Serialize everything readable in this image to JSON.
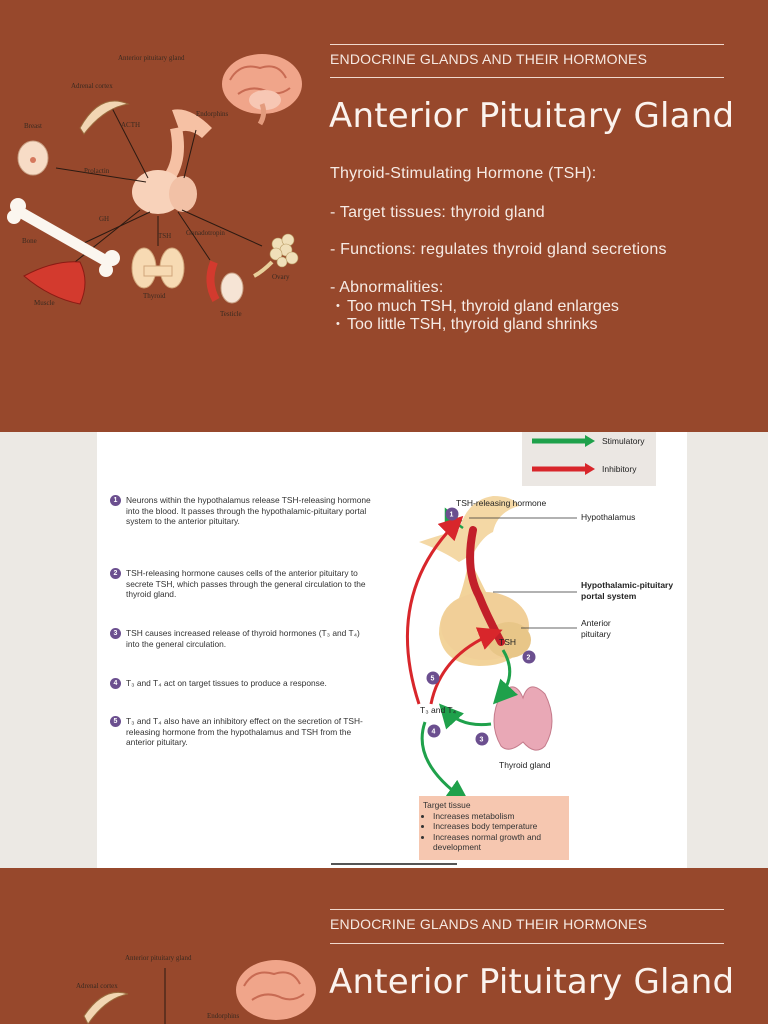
{
  "slide1": {
    "kicker": "ENDOCRINE GLANDS AND THEIR HORMONES",
    "title": "Anterior Pituitary Gland",
    "heading": "Thyroid-Stimulating Hormone (TSH):",
    "targets": "- Target tissues: thyroid gland",
    "functions": "- Functions: regulates thyroid gland secretions",
    "abnormalities": "- Abnormalities:",
    "bullets": [
      "Too much TSH, thyroid gland enlarges",
      "Too little TSH, thyroid gland shrinks"
    ],
    "diagram_labels": {
      "anterior_pituitary": "Anterior pituitary gland",
      "adrenal_cortex": "Adrenal cortex",
      "acth": "ACTH",
      "endorphins": "Endorphins",
      "breast": "Breast",
      "prolactin": "Prolactin",
      "gh": "GH",
      "bone": "Bone",
      "tsh": "TSH",
      "gonadotropin": "Gonadotropin",
      "ovary": "Ovary",
      "thyroid": "Thyroid",
      "testicle": "Testicle",
      "muscle": "Muscle"
    }
  },
  "panel": {
    "legend": {
      "stimulatory": "Stimulatory",
      "inhibitory": "Inhibitory"
    },
    "steps": [
      {
        "num": "1",
        "text": "Neurons within the hypothalamus release TSH-releasing hormone into the blood. It passes through the hypothalamic-pituitary portal system to the anterior pituitary."
      },
      {
        "num": "2",
        "text": "TSH-releasing hormone causes cells of the anterior pituitary to secrete TSH, which passes through the general circulation to the thyroid gland."
      },
      {
        "num": "3",
        "text": "TSH causes increased release of thyroid hormones (T₃ and T₄) into the general circulation."
      },
      {
        "num": "4",
        "text": "T₃ and T₄ act on target tissues to produce a response."
      },
      {
        "num": "5",
        "text": "T₃ and T₄ also have an inhibitory effect on the secretion of TSH-releasing hormone from the hypothalamus and TSH from the anterior pituitary."
      }
    ],
    "labels": {
      "trh": "TSH-releasing hormone",
      "hypothalamus": "Hypothalamus",
      "portal_1": "Hypothalamic-pituitary",
      "portal_2": "portal system",
      "ant_pit_1": "Anterior",
      "ant_pit_2": "pituitary",
      "tsh": "TSH",
      "t3t4": "T₃ and T₄",
      "thyroid_gland": "Thyroid gland"
    },
    "target_box": {
      "title": "Target tissue",
      "items": [
        "Increases metabolism",
        "Increases body temperature",
        "Increases normal growth and development"
      ]
    }
  },
  "slide2": {
    "kicker": "ENDOCRINE GLANDS AND THEIR HORMONES",
    "title": "Anterior Pituitary Gland",
    "diagram_labels": {
      "anterior_pituitary": "Anterior pituitary gland",
      "adrenal_cortex": "Adrenal cortex",
      "endorphins": "Endorphins"
    }
  }
}
